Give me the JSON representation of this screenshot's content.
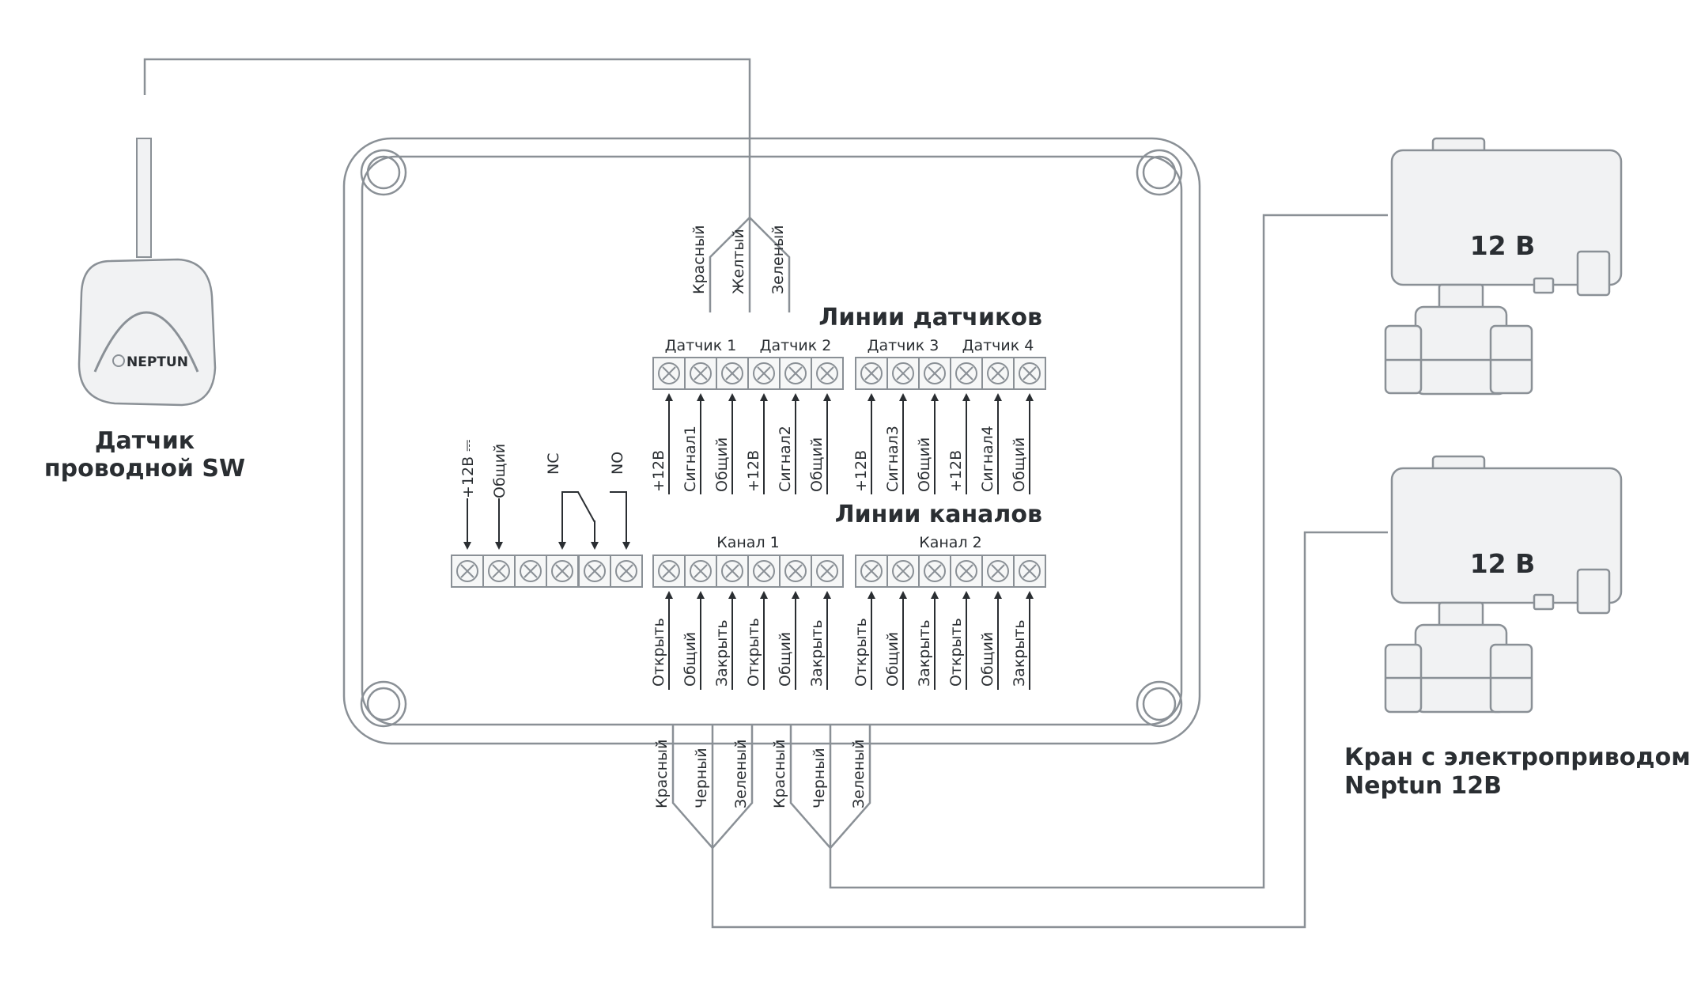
{
  "colors": {
    "line": "#8a9096",
    "text": "#2a2e32",
    "device_fill": "#f1f2f3",
    "terminal_fill": "#f6f7f7"
  },
  "sensor_device": {
    "brand": "NEPTUN",
    "label_line1": "Датчик",
    "label_line2": "проводной SW"
  },
  "sensor_wires": [
    "Красный",
    "Желтый",
    "Зеленый"
  ],
  "sensor_lines": {
    "title": "Линии датчиков",
    "groups": [
      "Датчик 1",
      "Датчик 2",
      "Датчик 3",
      "Датчик 4"
    ],
    "pins": [
      "+12В",
      "Сигнал1",
      "Общий",
      "+12В",
      "Сигнал2",
      "Общий",
      "+12В",
      "Сигнал3",
      "Общий",
      "+12В",
      "Сигнал4",
      "Общий"
    ]
  },
  "channel_lines": {
    "title": "Линии каналов",
    "groups": [
      "Канал 1",
      "Канал 2"
    ],
    "pins": [
      "Открыть",
      "Общий",
      "Закрыть",
      "Открыть",
      "Общий",
      "Закрыть",
      "Открыть",
      "Общий",
      "Закрыть",
      "Открыть",
      "Общий",
      "Закрыть"
    ]
  },
  "power_relay": {
    "pins": [
      "+12В ⎓",
      "Общий",
      "NC",
      "NO"
    ]
  },
  "valve_wires": {
    "group1": [
      "Красный",
      "Черный",
      "Зеленый"
    ],
    "group2": [
      "Красный",
      "Черный",
      "Зеленый"
    ]
  },
  "valves": {
    "voltage_1": "12 В",
    "voltage_2": "12 В",
    "label_line1": "Кран с электроприводом",
    "label_line2": "Neptun 12В"
  }
}
